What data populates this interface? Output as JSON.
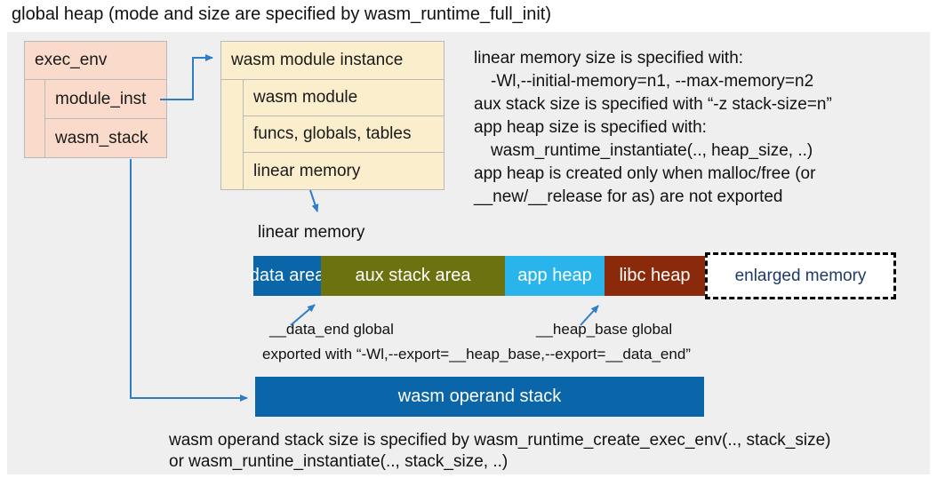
{
  "title": "global heap (mode and size are specified by wasm_runtime_full_init)",
  "exec_env": {
    "header": "exec_env",
    "rows": [
      "module_inst",
      "wasm_stack"
    ]
  },
  "module_instance": {
    "header": "wasm module instance",
    "rows": [
      "wasm module",
      "funcs, globals, tables",
      "linear memory"
    ]
  },
  "notes_right": {
    "lines": [
      "linear memory size is specified with:",
      "-Wl,--initial-memory=n1, --max-memory=n2",
      "aux stack size is specified with “-z stack-size=n”",
      "app heap size is specified with:",
      "wasm_runtime_instantiate(.., heap_size, ..)",
      "app heap is created only when malloc/free (or",
      "__new/__release for as) are not exported"
    ]
  },
  "linear_memory": {
    "label": "linear memory",
    "segments": [
      {
        "label": "data area",
        "color": "#0a66a8",
        "text_color": "#ffffff"
      },
      {
        "label": "aux stack area",
        "color": "#6b720f",
        "text_color": "#ffffff"
      },
      {
        "label": "app heap",
        "color": "#29b5ec",
        "text_color": "#ffffff"
      },
      {
        "label": "libc heap",
        "color": "#8b2a0b",
        "text_color": "#ffffff"
      },
      {
        "label": "enlarged memory",
        "color": "#ffffff",
        "text_color": "#1f3a68",
        "style": "dashed"
      }
    ]
  },
  "annotations": {
    "data_end_label": "__data_end global",
    "heap_base_label": "__heap_base global",
    "exported_line": "exported with “-Wl,--export=__heap_base,--export=__data_end”"
  },
  "operand_stack": {
    "label": "wasm operand stack",
    "color": "#0a66a8",
    "text_color": "#ffffff"
  },
  "notes_bottom": {
    "lines": [
      "wasm operand stack size is specified by wasm_runtime_create_exec_env(.., stack_size)",
      "or wasm_runtine_instantiate(.., stack_size, ..)"
    ]
  },
  "colors": {
    "panel_bg": "#efefef",
    "exec_env_fill": "#fadbcb",
    "module_instance_fill": "#fbeecd",
    "box_border": "#b9b9b9",
    "arrow": "#2f7cc9",
    "enlarged_border": "#000000"
  }
}
